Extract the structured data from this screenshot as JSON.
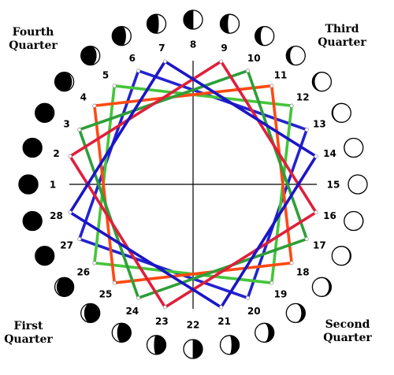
{
  "quarters": {
    "fourth": {
      "line1": "Fourth",
      "line2": "Quarter"
    },
    "third": {
      "line1": "Third",
      "line2": "Quarter"
    },
    "first": {
      "line1": "First",
      "line2": "Quarter"
    },
    "second": {
      "line1": "Second",
      "line2": "Quarter"
    }
  },
  "days": [
    "1",
    "2",
    "3",
    "4",
    "5",
    "6",
    "7",
    "8",
    "9",
    "10",
    "11",
    "12",
    "13",
    "14",
    "15",
    "16",
    "17",
    "18",
    "19",
    "20",
    "21",
    "22",
    "23",
    "24",
    "25",
    "26",
    "27",
    "28"
  ],
  "moon_phase_icons": [
    "new-moon-icon",
    "waxing-crescent-moon-icon",
    "first-quarter-moon-icon",
    "waxing-gibbous-moon-icon",
    "full-moon-icon",
    "waning-gibbous-moon-icon",
    "third-quarter-moon-icon",
    "waning-crescent-moon-icon"
  ],
  "square_colors": [
    "#1b15c6",
    "#e01e3c",
    "#2d9f38",
    "#ff4a12",
    "#45c53b",
    "#2223d0"
  ]
}
